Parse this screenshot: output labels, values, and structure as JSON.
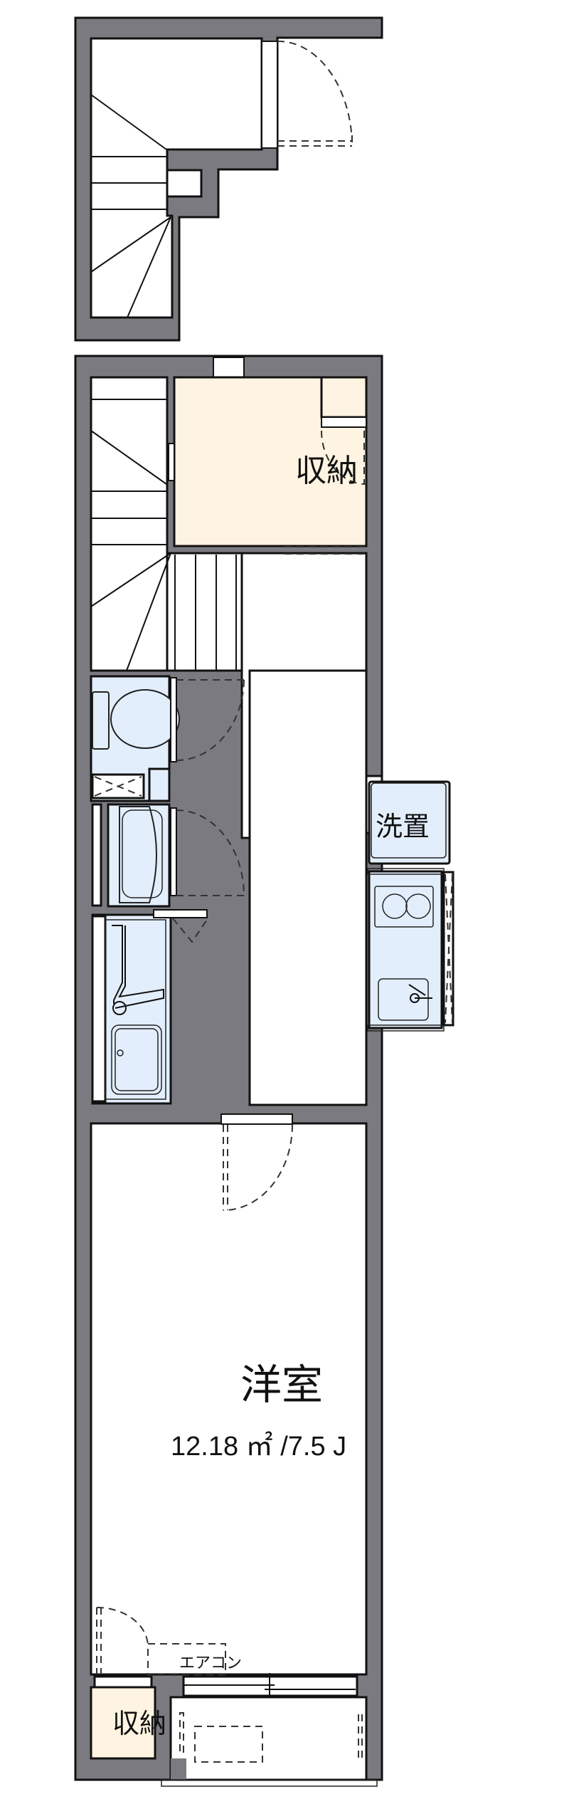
{
  "floor_plan": {
    "colors": {
      "wall": "#7b7a80",
      "storage_fill": "#fff4e1",
      "wet_area_fill": "#e3eefc",
      "outline": "#111111",
      "background": "#ffffff"
    },
    "upper_floor": {
      "rooms": [
        {
          "id": "loft-stairwell",
          "label": "",
          "type": "staircase"
        }
      ]
    },
    "lower_floor": {
      "rooms": [
        {
          "id": "storage-upper",
          "label": "収納",
          "type": "storage"
        },
        {
          "id": "staircase",
          "label": "",
          "type": "staircase"
        },
        {
          "id": "toilet",
          "label": "",
          "type": "toilet"
        },
        {
          "id": "washroom",
          "label": "",
          "type": "washbasin"
        },
        {
          "id": "bathroom",
          "label": "",
          "type": "unit-bath"
        },
        {
          "id": "laundry",
          "label": "洗置",
          "type": "washer-space"
        },
        {
          "id": "kitchen",
          "label": "",
          "type": "kitchen"
        },
        {
          "id": "western-room",
          "label": "洋室",
          "area": "12.18 ㎡ /7.5 J",
          "type": "bedroom"
        },
        {
          "id": "storage-lower",
          "label": "収納",
          "type": "storage"
        },
        {
          "id": "balcony",
          "label": "",
          "type": "balcony"
        }
      ],
      "annotations": {
        "aircon": "エアコン"
      }
    }
  }
}
